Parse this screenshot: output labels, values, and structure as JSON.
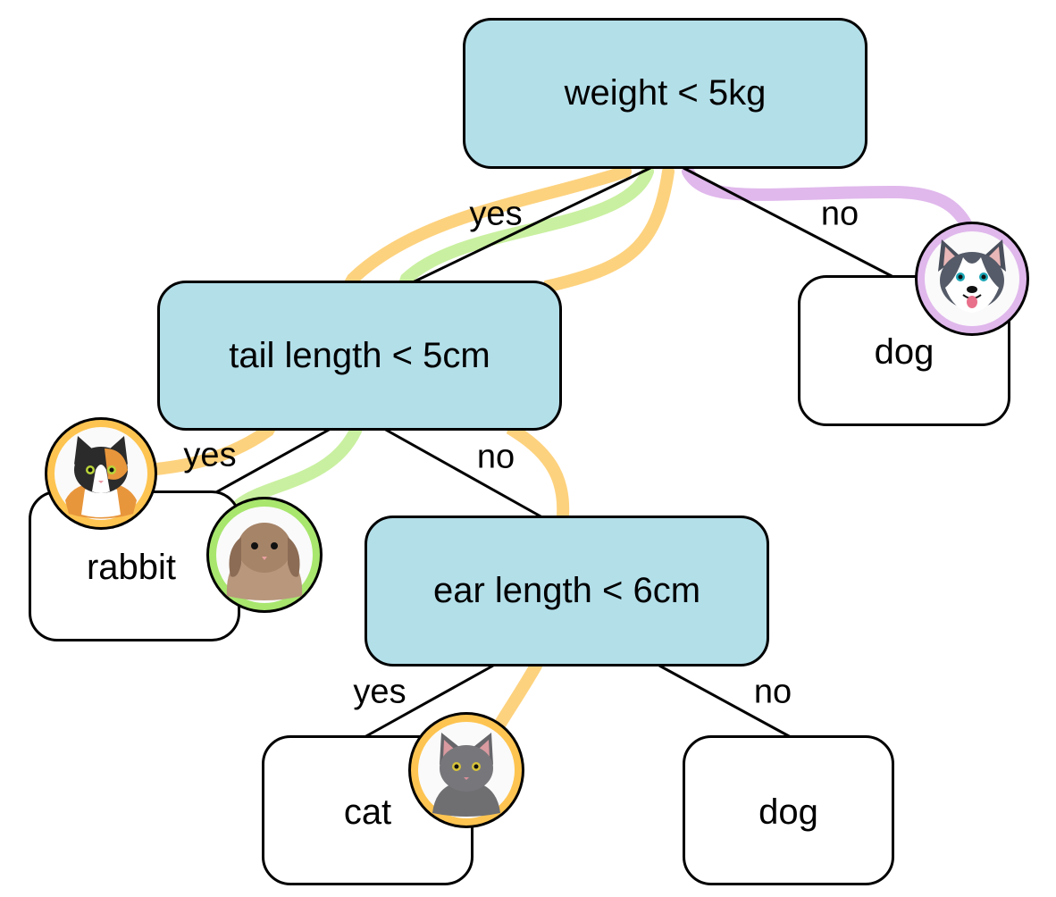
{
  "colors": {
    "decision_fill": "#b3dfe9",
    "path_orange": "#fdd27e",
    "path_green": "#c9f0a0",
    "path_purple": "#e0b8ec"
  },
  "nodes": {
    "root": "weight < 5kg",
    "tail": "tail length < 5cm",
    "ear": "ear length < 6cm",
    "leaf_dog_top": "dog",
    "leaf_rabbit": "rabbit",
    "leaf_cat": "cat",
    "leaf_dog_bottom": "dog"
  },
  "edges": {
    "root_yes": "yes",
    "root_no": "no",
    "tail_yes": "yes",
    "tail_no": "no",
    "ear_yes": "yes",
    "ear_no": "no"
  },
  "samples": [
    {
      "animal": "husky-dog",
      "ring": "purple"
    },
    {
      "animal": "calico-cat",
      "ring": "orange"
    },
    {
      "animal": "rabbit",
      "ring": "green"
    },
    {
      "animal": "grey-cat",
      "ring": "orange"
    }
  ]
}
